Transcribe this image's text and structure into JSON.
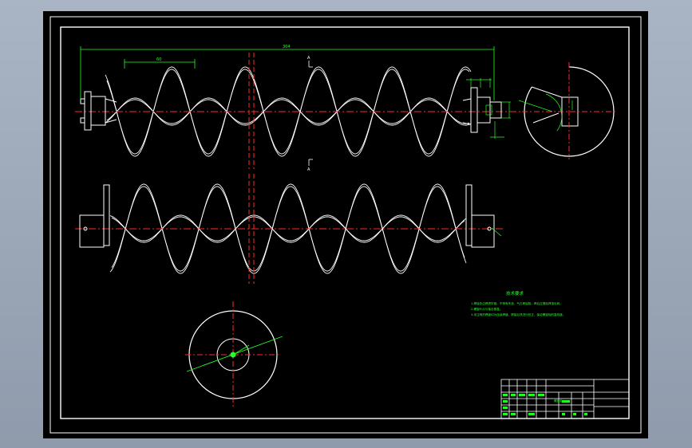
{
  "drawing": {
    "background": "#000000",
    "colors": {
      "outline": "#ffffff",
      "centerline": "#ff2a2a",
      "dimension": "#22ff22",
      "tech_notes": "#22ff22",
      "title_block": "#ffffff"
    },
    "dimensions": {
      "overall_length": "304",
      "pitch": "60"
    },
    "section_marks": {
      "top": "A",
      "bottom": "A"
    },
    "tech_requirements": {
      "title": "技术要求",
      "lines": [
        "1.焊接处应焊透牢固，不得有夹渣、气孔等缺陷，焊后应清除焊渣毛刺。",
        "2.螺旋叶片与轴应垂直。",
        "3.未注明的焊缝均为连续焊缝，焊接后须进行校正，保证螺旋轴的直线度。"
      ]
    },
    "title_block": {
      "part_name": "螺旋轴"
    },
    "icons": {
      "helix": "screw-helix-view",
      "disc": "disc-section-view",
      "end": "end-section-view"
    }
  }
}
